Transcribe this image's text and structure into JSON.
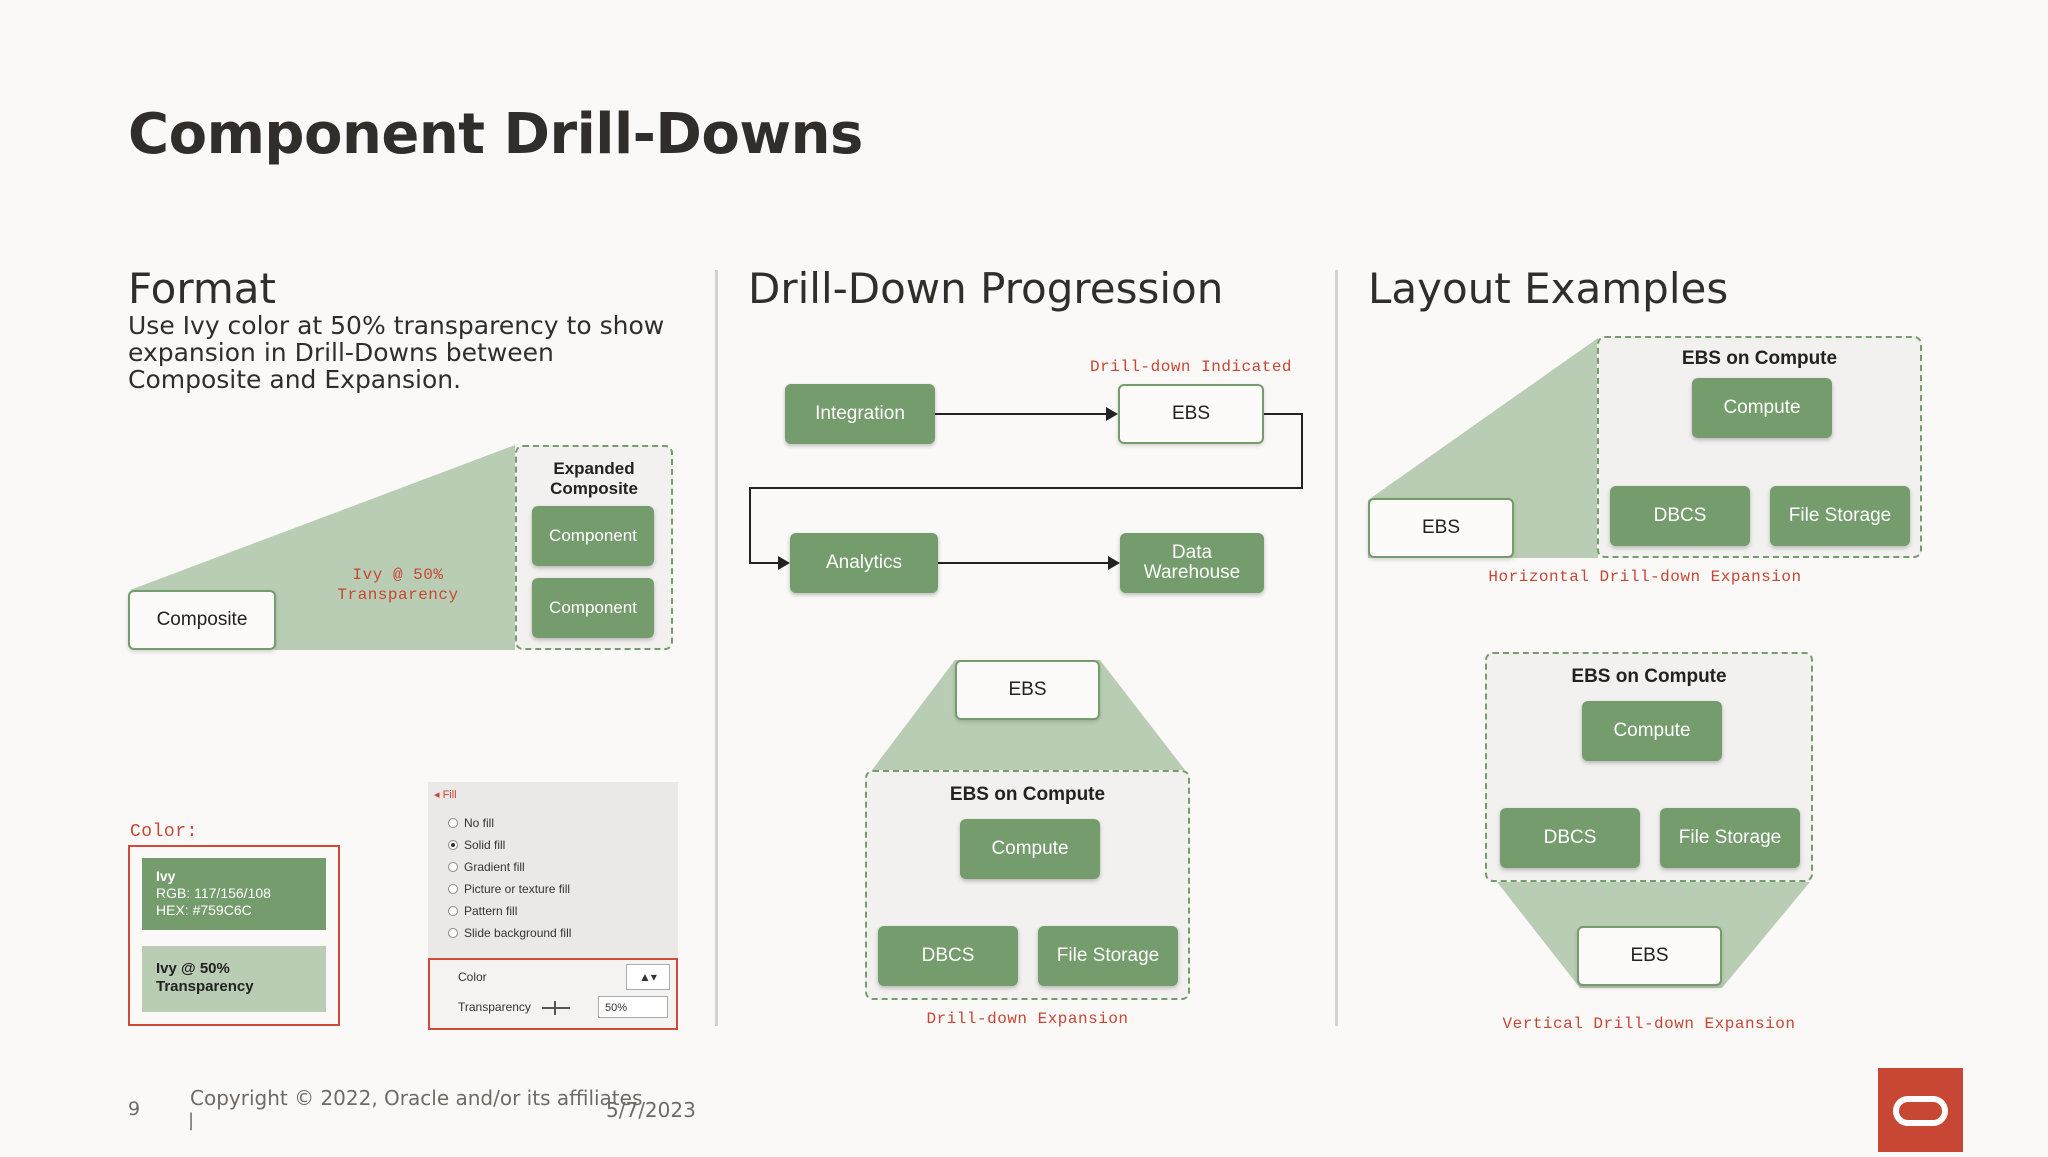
{
  "slide": {
    "title": "Component Drill-Downs",
    "page_number": "9",
    "copyright": "Copyright © 2022, Oracle and/or its affiliates",
    "cursor_mark": "|",
    "date": "5/7/2023"
  },
  "colors": {
    "ivy": "#759C6C",
    "ivy_50": "#B9CDB4",
    "accent_red": "#C74634",
    "text": "#312D2A"
  },
  "format": {
    "heading": "Format",
    "description": "Use Ivy color at 50% transparency to show expansion in Drill-Downs between Composite and Expansion.",
    "composite_label": "Composite",
    "ivy_note_line1": "Ivy @ 50%",
    "ivy_note_line2": "Transparency",
    "expanded_line1": "Expanded",
    "expanded_line2": "Composite",
    "component_1": "Component",
    "component_2": "Component",
    "color_label": "Color:",
    "swatch_ivy_name": "Ivy",
    "swatch_ivy_rgb": "RGB: 117/156/108",
    "swatch_ivy_hex": "HEX: #759C6C",
    "swatch_50_line1": "Ivy @ 50%",
    "swatch_50_line2": "Transparency",
    "fill_panel": {
      "section": "Fill",
      "options": [
        "No fill",
        "Solid fill",
        "Gradient fill",
        "Picture or texture fill",
        "Pattern fill",
        "Slide background fill"
      ],
      "selected": "Solid fill",
      "color_label": "Color",
      "transparency_label": "Transparency",
      "transparency_value": "50%"
    }
  },
  "progression": {
    "heading": "Drill-Down Progression",
    "indicated_label": "Drill-down Indicated",
    "integration": "Integration",
    "ebs": "EBS",
    "analytics": "Analytics",
    "data_warehouse_line1": "Data",
    "data_warehouse_line2": "Warehouse",
    "ebs_top": "EBS",
    "group_title": "EBS on Compute",
    "compute": "Compute",
    "dbcs": "DBCS",
    "file_storage": "File Storage",
    "expansion_label": "Drill-down Expansion"
  },
  "layouts": {
    "heading": "Layout Examples",
    "h_group_title": "EBS on Compute",
    "h_compute": "Compute",
    "h_dbcs": "DBCS",
    "h_file_storage": "File Storage",
    "h_ebs": "EBS",
    "h_label": "Horizontal Drill-down Expansion",
    "v_group_title": "EBS on Compute",
    "v_compute": "Compute",
    "v_dbcs": "DBCS",
    "v_file_storage": "File Storage",
    "v_ebs": "EBS",
    "v_label": "Vertical Drill-down Expansion"
  }
}
